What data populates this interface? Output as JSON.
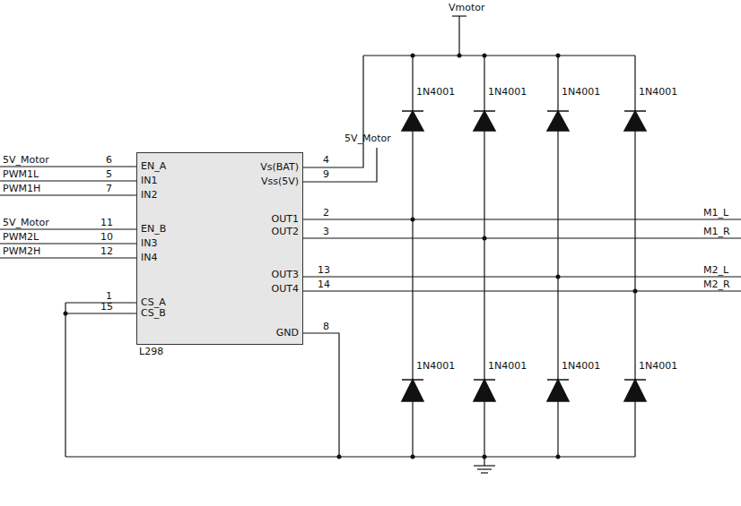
{
  "diagram": {
    "nodes": [
      {
        "text": [
          "EN_A",
          "IN1",
          "IN2",
          "EN_B",
          "IN3",
          "IN4",
          "CS_A",
          "CS_B",
          "Vs(BAT)",
          "Vss(5V)",
          "OUT1",
          "OUT2",
          "OUT3",
          "OUT4",
          "GND",
          "L298"
        ]
      }
    ],
    "edges": [],
    "labels": [
      "Vmotor",
      "5V_Motor",
      "6",
      "PWM1L",
      "5",
      "PWM1H",
      "7",
      "5V_Motor",
      "11",
      "PWM2L",
      "10",
      "PWM2H",
      "12",
      "1",
      "15",
      "4",
      "5V_Motor",
      "9",
      "2",
      "3",
      "13",
      "14",
      "8",
      "M1_L",
      "M1_R",
      "M2_L",
      "M2_R",
      "1N4001",
      "1N4001",
      "1N4001",
      "1N4001",
      "1N4001",
      "1N4001",
      "1N4001",
      "1N4001"
    ]
  }
}
